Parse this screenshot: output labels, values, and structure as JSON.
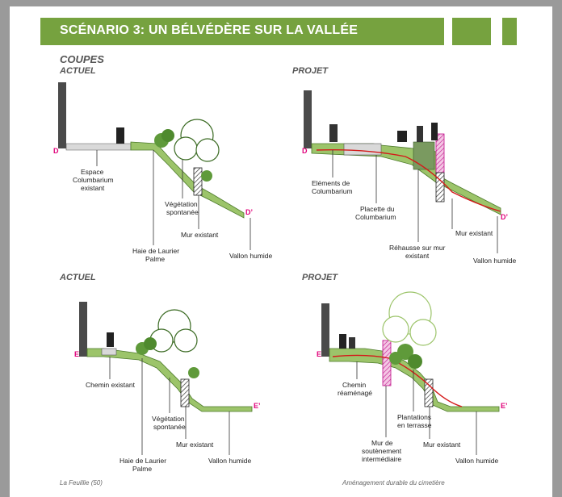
{
  "header": {
    "title": "SCÉNARIO 3: UN BÉLVÉDÈRE SUR LA VALLÉE",
    "coupes": "COUPES",
    "actuel_1": "ACTUEL",
    "projet_1": "PROJET",
    "actuel_2": "ACTUEL",
    "projet_2": "PROJET"
  },
  "section_d_actuel": {
    "point_start": "D",
    "point_end": "D’",
    "labels": [
      "Espace",
      "Columbarium",
      "existant",
      "Végétation",
      "spontanée",
      "Mur existant",
      "Haie de Laurier",
      "Palme",
      "Vallon humide"
    ]
  },
  "section_d_projet": {
    "point_start": "D",
    "point_end": "D’",
    "labels": [
      "Eléments de",
      "Columbarium",
      "Placette du",
      "Columbarium",
      "Mur existant",
      "Réhausse sur mur",
      "existant",
      "Vallon humide"
    ]
  },
  "section_e_actuel": {
    "point_start": "E",
    "point_end": "E’",
    "labels": [
      "Chemin existant",
      "Végétation",
      "spontanée",
      "Mur existant",
      "Haie de Laurier",
      "Palme",
      "Vallon humide"
    ]
  },
  "section_e_projet": {
    "point_start": "E",
    "point_end": "E’",
    "labels": [
      "Chemin",
      "réaménagé",
      "Plantations",
      "en terrasse",
      "Mur de",
      "soutènement",
      "intermédiaire",
      "Mur existant",
      "Vallon humide"
    ]
  },
  "footer": {
    "left": "La Feuillie (50)",
    "right": "Aménagement durable du cimetière"
  },
  "colors": {
    "title_green": "#76a23f",
    "terrain_green": "#9cc46a",
    "tree_green": "#5f9a3a",
    "point_magenta": "#e0007a",
    "red_line": "#d41a1a"
  }
}
